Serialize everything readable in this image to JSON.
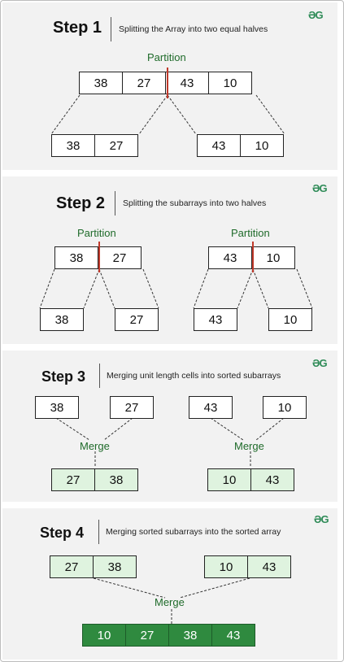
{
  "brand": {
    "logo_text": "ƏG",
    "accent": "#2e8b57"
  },
  "steps": [
    {
      "title": "Step 1",
      "description": "Splitting the Array into two equal halves",
      "operation_label": "Partition",
      "top_array": [
        "38",
        "27",
        "43",
        "10"
      ],
      "left_half": [
        "38",
        "27"
      ],
      "right_half": [
        "43",
        "10"
      ]
    },
    {
      "title": "Step 2",
      "description": "Splitting the subarrays into two halves",
      "left_group": {
        "operation_label": "Partition",
        "array": [
          "38",
          "27"
        ],
        "children": [
          "38",
          "27"
        ]
      },
      "right_group": {
        "operation_label": "Partition",
        "array": [
          "43",
          "10"
        ],
        "children": [
          "43",
          "10"
        ]
      }
    },
    {
      "title": "Step 3",
      "description": "Merging unit length cells into sorted subarrays",
      "left_group": {
        "inputs": [
          "38",
          "27"
        ],
        "operation_label": "Merge",
        "result": [
          "27",
          "38"
        ]
      },
      "right_group": {
        "inputs": [
          "43",
          "10"
        ],
        "operation_label": "Merge",
        "result": [
          "10",
          "43"
        ]
      }
    },
    {
      "title": "Step 4",
      "description": "Merging sorted subarrays into the sorted array",
      "left_input": [
        "27",
        "38"
      ],
      "right_input": [
        "10",
        "43"
      ],
      "operation_label": "Merge",
      "result": [
        "10",
        "27",
        "38",
        "43"
      ]
    }
  ]
}
